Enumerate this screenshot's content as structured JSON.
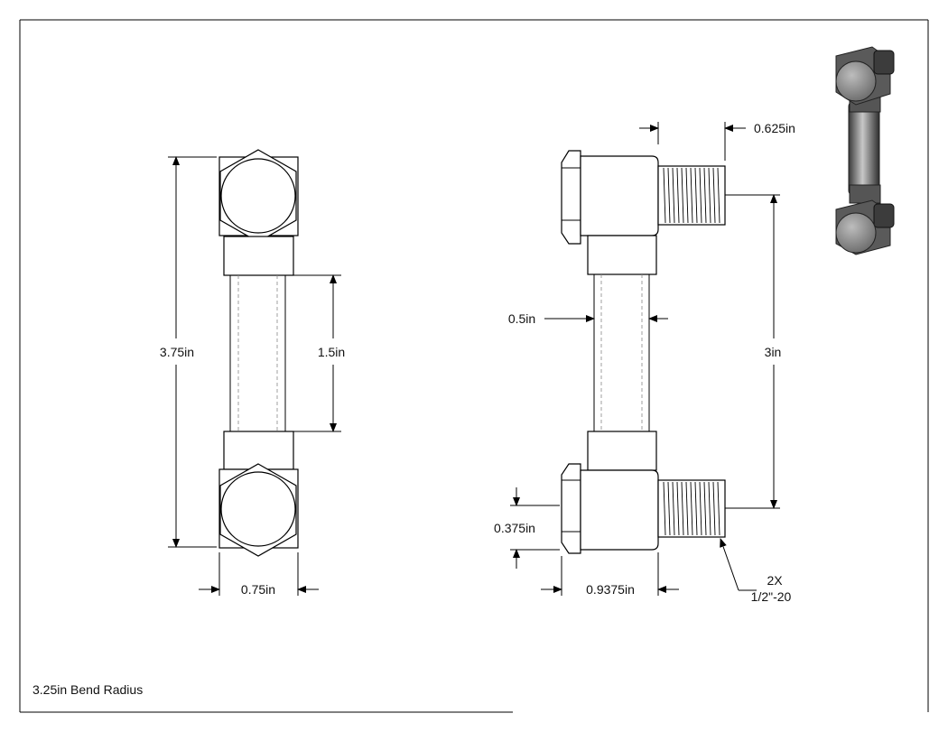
{
  "dimensions": {
    "overall_length": "3.75in",
    "tube_length": "1.5in",
    "fitting_width": "0.75in",
    "thread_length": "0.625in",
    "tube_od": "0.5in",
    "center_distance": "3in",
    "hex_height": "0.375in",
    "fitting_depth": "0.9375in",
    "thread_qty": "2X",
    "thread_spec": "1/2\"-20"
  },
  "note": "3.25in Bend Radius",
  "colors": {
    "line": "#000000",
    "background": "#ffffff",
    "hidden_line": "#888888",
    "iso_body": "#8a8a8a"
  }
}
